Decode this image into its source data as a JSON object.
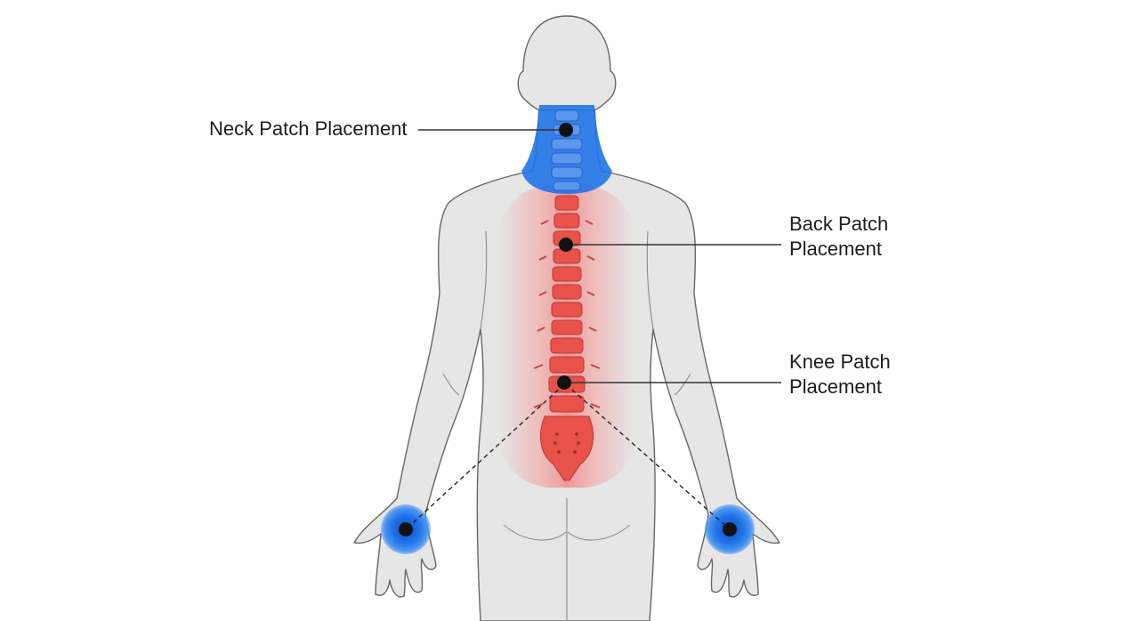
{
  "labels": {
    "neck": [
      "Neck Patch Placement"
    ],
    "back": [
      "Back Patch",
      "Placement"
    ],
    "knee": [
      "Knee Patch",
      "Placement"
    ]
  },
  "colors": {
    "body_fill": "#e6e6e6",
    "body_outline": "#666666",
    "neck_highlight": "#1f74e8",
    "spine_red": "#e8524a",
    "back_glow": "#f4a0a0",
    "marker": "#111111",
    "leader_line": "#333333"
  },
  "markers": [
    "neck",
    "back",
    "knee",
    "left-wrist",
    "right-wrist"
  ]
}
